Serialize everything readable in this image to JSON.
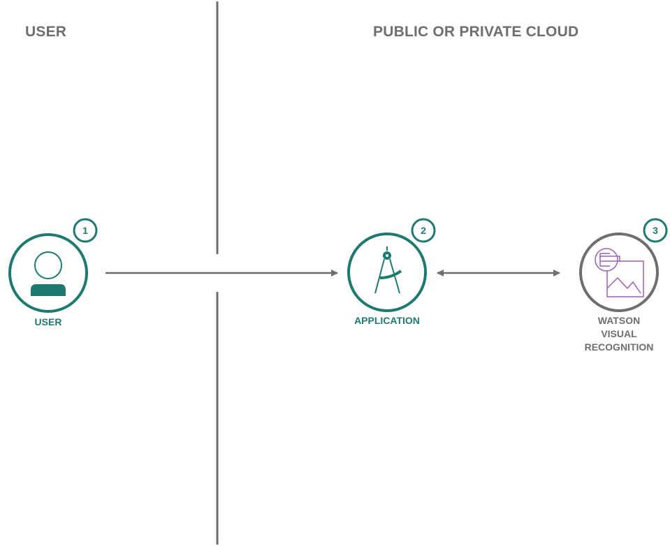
{
  "zones": {
    "user_title": "USER",
    "cloud_title": "PUBLIC OR PRIVATE CLOUD"
  },
  "nodes": {
    "user": {
      "label": "USER",
      "step": "1",
      "icon": "user-icon"
    },
    "application": {
      "label": "APPLICATION",
      "step": "2",
      "icon": "compass-icon"
    },
    "watson": {
      "label_lines": [
        "WATSON",
        "VISUAL",
        "RECOGNITION"
      ],
      "step": "3",
      "icon": "visual-recognition-icon"
    }
  },
  "colors": {
    "teal": "#1e7a70",
    "gray": "#6e6e6e",
    "purple": "#9b62b5",
    "divider": "#6e6e6e"
  }
}
